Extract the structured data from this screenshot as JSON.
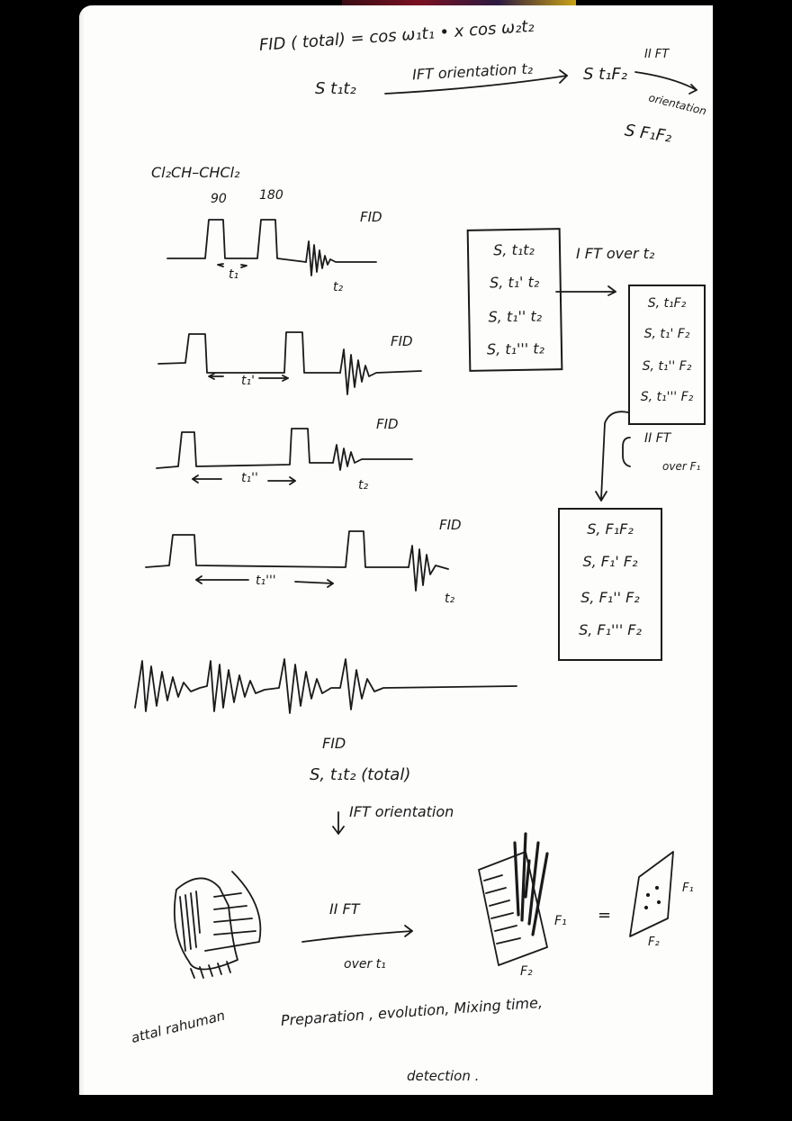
{
  "page": {
    "background": "#fdfdfc",
    "ink_color": "#1a1a1a"
  },
  "header": {
    "equation": "FID ( total) = cos ω₁t₁ • x cos ω₂t₂",
    "flow": {
      "start": "S t₁t₂",
      "step1_label": "IFT orientation t₂",
      "middle": "S t₁F₂",
      "step2_label_top": "II FT",
      "step2_label_bottom": "orientation",
      "end": "S F₁F₂"
    }
  },
  "molecule": "Cl₂CH–CHCl₂",
  "pulse_sequences": [
    {
      "pulse1": "90",
      "pulse2": "180",
      "fid_label": "FID",
      "delay": "t₁",
      "acq": "t₂"
    },
    {
      "fid_label": "FID",
      "delay": "t₁'",
      "acq": ""
    },
    {
      "fid_label": "FID",
      "delay": "t₁''",
      "acq": "t₂"
    },
    {
      "fid_label": "FID",
      "delay": "t₁'''",
      "acq": "t₂"
    }
  ],
  "time_domain_box": {
    "rows": [
      "S, t₁t₂",
      "S, t₁' t₂",
      "S, t₁'' t₂",
      "S, t₁''' t₂"
    ]
  },
  "ft_over_t2_label": "I FT over t₂",
  "mixed_domain_box": {
    "rows": [
      "S, t₁F₂",
      "S, t₁' F₂",
      "S, t₁'' F₂",
      "S, t₁''' F₂"
    ]
  },
  "ft_over_f1_label": {
    "line1": "II FT",
    "line2": "over F₁"
  },
  "frequency_domain_box": {
    "rows": [
      "S, F₁F₂",
      "S, F₁' F₂",
      "S, F₁'' F₂",
      "S, F₁''' F₂"
    ]
  },
  "combined": {
    "fid_label": "FID",
    "signal": "S, t₁t₂ (total)",
    "step_label": "IFT orientation"
  },
  "bottom_diagram": {
    "arrow_top": "II FT",
    "arrow_bottom": "over t₁",
    "axis_f1": "F₁",
    "axis_f2": "F₂",
    "equals": "=",
    "contour_f1": "F₁",
    "contour_f2": "F₂"
  },
  "footer": {
    "author": "attal rahuman",
    "stages": "Preparation ,   evolution,   Mixing time,",
    "last_stage": "detection ."
  }
}
